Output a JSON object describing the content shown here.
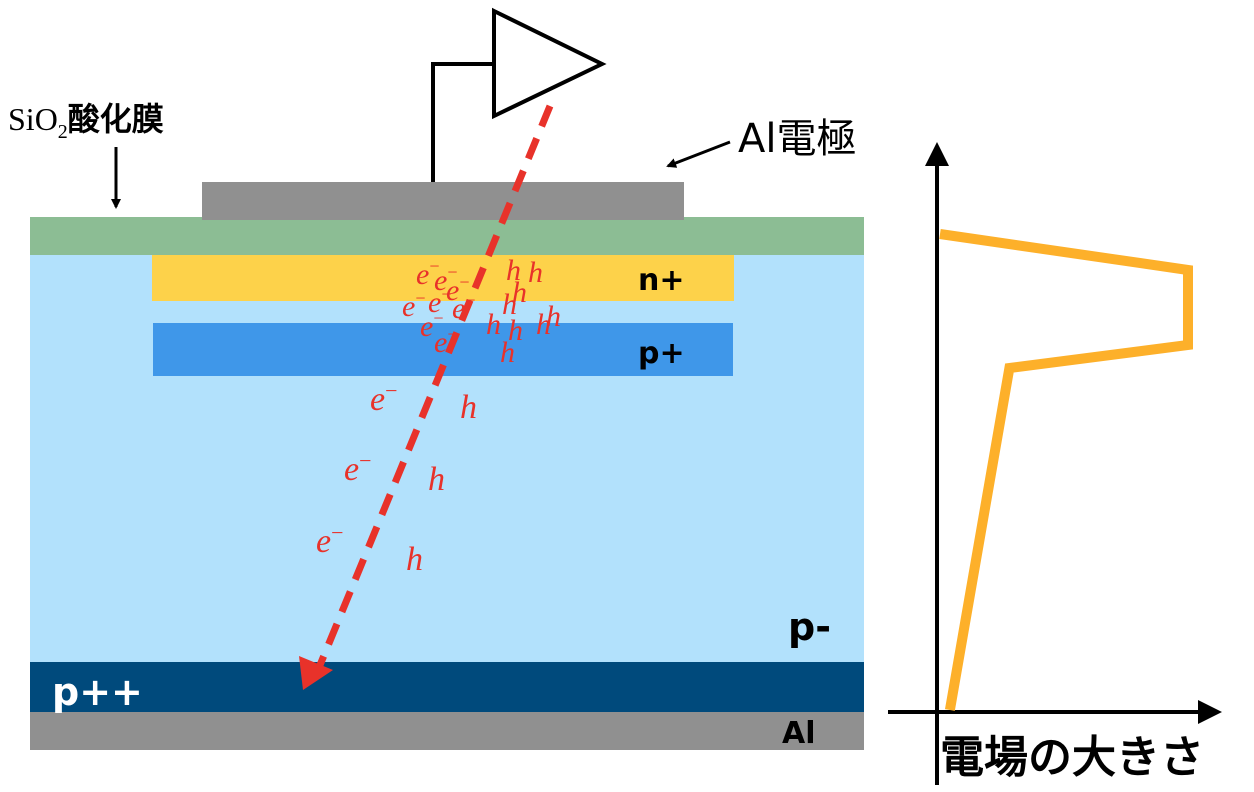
{
  "labels": {
    "oxide_main": "SiO",
    "oxide_sub": "2",
    "oxide_suffix": "酸化膜",
    "electrode": "Al電極",
    "n_plus": "n+",
    "p_plus": "p+",
    "p_minus": "p-",
    "p_plusplus": "p++",
    "al_bottom": "Al",
    "axis_label": "電場の大きさ"
  },
  "carriers": {
    "electron": "e",
    "electron_sup": "−",
    "hole": "h"
  },
  "electric_field_profile": [
    {
      "depth": "SiO2",
      "magnitude": 0.0
    },
    {
      "depth": "n+ top",
      "magnitude": 1.0
    },
    {
      "depth": "n+/p+ junction",
      "magnitude": 1.0
    },
    {
      "depth": "p+ bottom",
      "magnitude": 0.28
    },
    {
      "depth": "p- bottom",
      "magnitude": 0.04
    }
  ],
  "colors": {
    "oxide": "#8cbd94",
    "electrode": "#909090",
    "n_plus": "#fdd24a",
    "p_plus": "#3f97e9",
    "p_minus": "#b2e1fc",
    "p_plusplus": "#004a7c",
    "particle_track": "#e8322a",
    "field_curve": "#fdb02a"
  }
}
